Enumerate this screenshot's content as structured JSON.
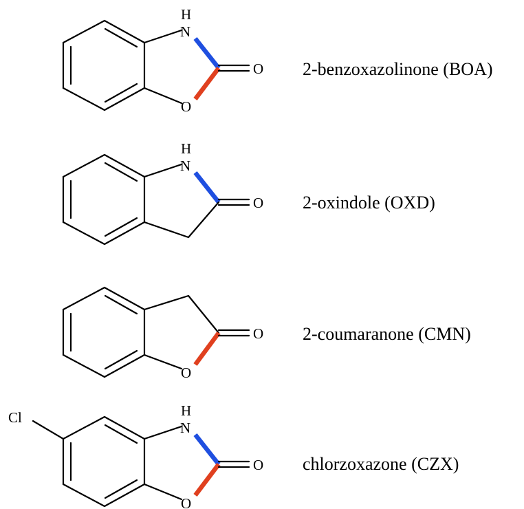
{
  "colors": {
    "bond": "#000000",
    "nitrogen_bond": "#1f4fe0",
    "oxygen_bond": "#e0401f",
    "background": "#ffffff"
  },
  "atoms": {
    "h": "H",
    "n": "N",
    "o": "O",
    "cl": "Cl"
  },
  "molecules": [
    {
      "name": "2-benzoxazolinone (BOA)"
    },
    {
      "name": "2-oxindole (OXD)"
    },
    {
      "name": "2-coumaranone (CMN)"
    },
    {
      "name": "chlorzoxazone (CZX)"
    }
  ]
}
